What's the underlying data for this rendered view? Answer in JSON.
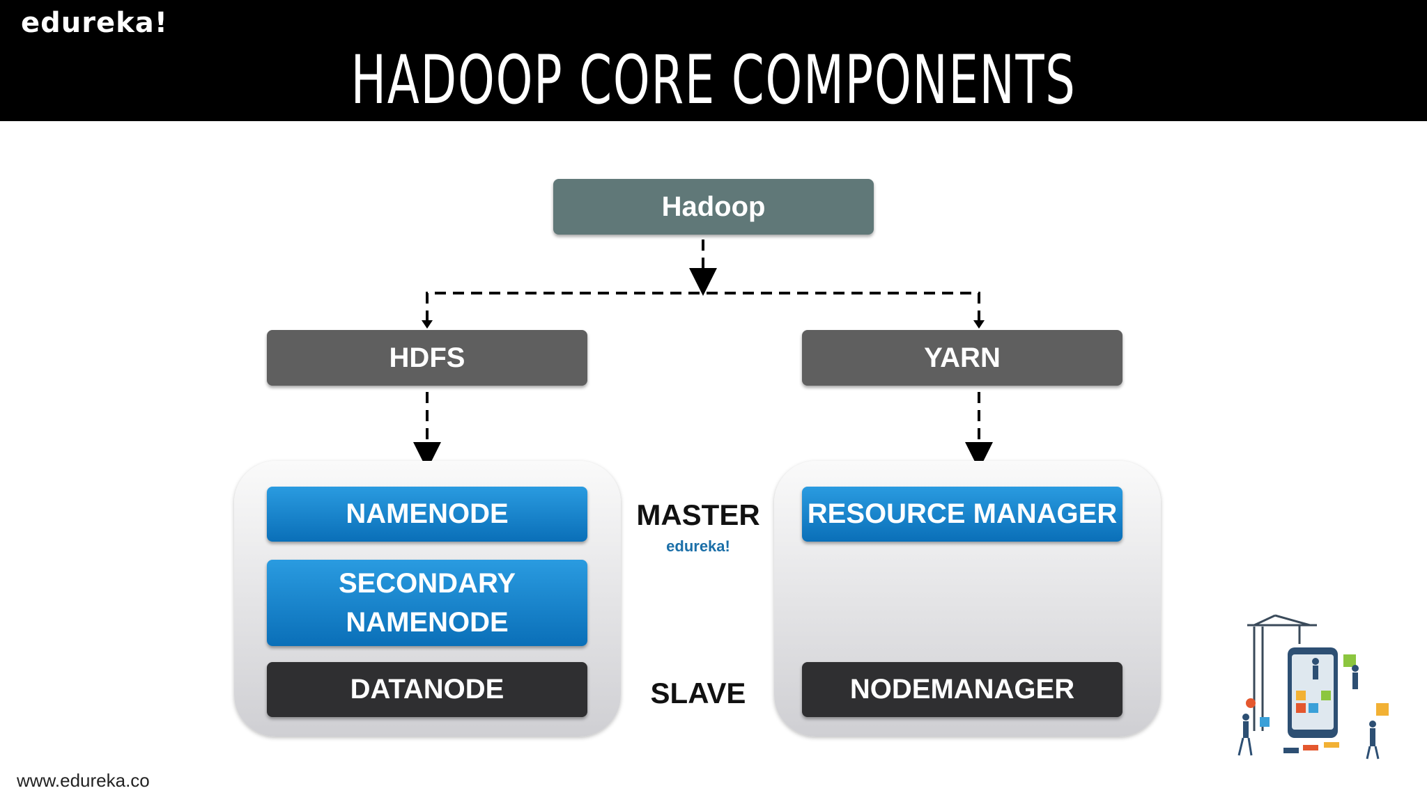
{
  "header": {
    "brand": "edureka!",
    "title": "HADOOP CORE COMPONENTS"
  },
  "diagram": {
    "root": "Hadoop",
    "hdfs": "HDFS",
    "yarn": "YARN",
    "hdfs_components": {
      "namenode": "NAMENODE",
      "secondary_line1": "SECONDARY",
      "secondary_line2": "NAMENODE",
      "datanode": "DATANODE"
    },
    "yarn_components": {
      "resource_manager": "RESOURCE MANAGER",
      "nodemanager": "NODEMANAGER"
    },
    "labels": {
      "master": "MASTER",
      "master_brand": "edureka!",
      "slave": "SLAVE"
    }
  },
  "footer": {
    "url": "www.edureka.co"
  },
  "colors": {
    "header_bg": "#000000",
    "hadoop_box": "#607878",
    "grey_box": "#5f5f5f",
    "blue_box": "#0a6fb8",
    "dark_box": "#2f2f31"
  }
}
